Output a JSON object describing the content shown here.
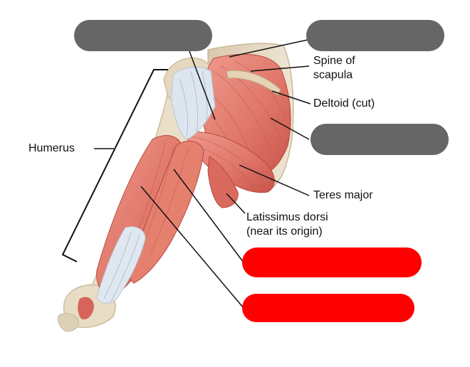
{
  "labels": {
    "spine_of_scapula": "Spine of\nscapula",
    "deltoid_cut": "Deltoid (cut)",
    "humerus": "Humerus",
    "teres_major": "Teres major",
    "latissimus_dorsi": "Latissimus dorsi\n(near its origin)"
  },
  "colors": {
    "muscle": "#e0776a",
    "muscle_dark": "#c8544a",
    "tendon": "#dfe8f0",
    "bone": "#e9dcc6",
    "mask_gray": "#666666",
    "mask_red": "#ff0000",
    "leader_line": "#111111"
  }
}
